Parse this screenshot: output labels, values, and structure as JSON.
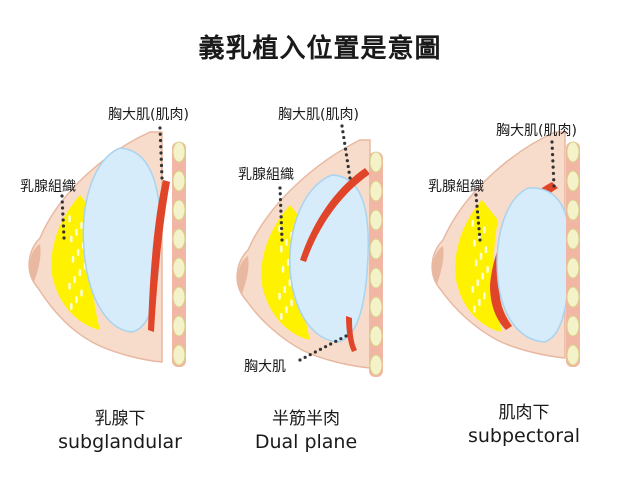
{
  "title": "義乳植入位置是意圖",
  "colors": {
    "skin": "#f7dccb",
    "skin_edge": "#e8b8a0",
    "implant": "#d6ecfb",
    "implant_edge": "#a9d3f0",
    "gland": "#fff200",
    "muscle": "#e0452a",
    "rib": "#f2b6a4",
    "rib_bone": "#f4f2c8"
  },
  "panels": [
    {
      "muscle_label": "胸大肌(肌肉)",
      "gland_label": "乳腺組織",
      "caption_zh": "乳腺下",
      "caption_en": "subglandular"
    },
    {
      "muscle_label": "胸大肌(肌肉)",
      "gland_label": "乳腺組織",
      "lower_muscle_label": "胸大肌",
      "caption_zh": "半筋半肉",
      "caption_en": "Dual plane"
    },
    {
      "muscle_label": "胸大肌(肌肉)",
      "gland_label": "乳腺組織",
      "caption_zh": "肌肉下",
      "caption_en": "subpectoral"
    }
  ]
}
